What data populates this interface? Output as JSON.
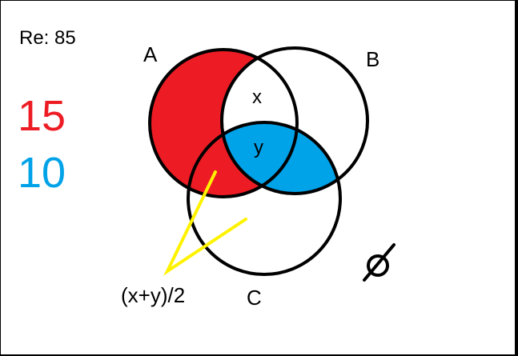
{
  "header": {
    "result_label": "Re: 85"
  },
  "legend": {
    "red_value": "15",
    "blue_value": "10",
    "red_color": "#ED1C24",
    "blue_color": "#00A2E8"
  },
  "sets": {
    "a": "A",
    "b": "B",
    "c": "C"
  },
  "regions": {
    "x_label": "x",
    "y_label": "y"
  },
  "annotation": {
    "formula": "(x+y)/2",
    "pointer_color": "#FFF200"
  },
  "empty_set_icon": "empty-set-symbol"
}
